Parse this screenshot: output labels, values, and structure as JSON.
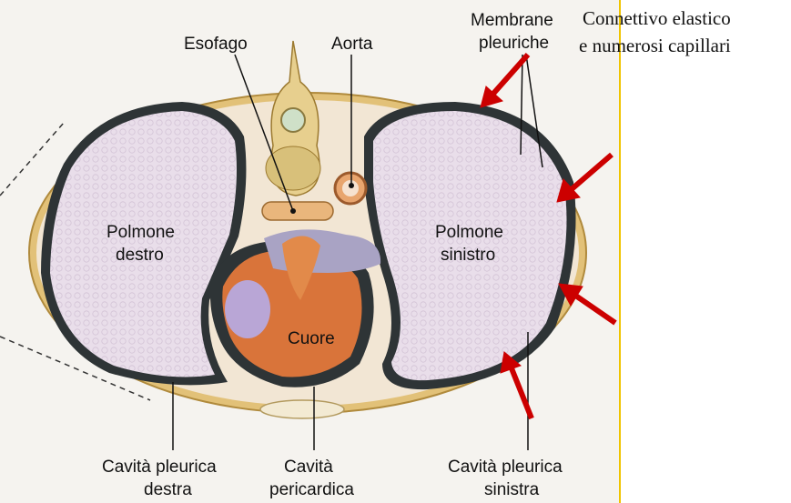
{
  "labels": {
    "esofago": "Esofago",
    "aorta": "Aorta",
    "membrane_line1": "Membrane",
    "membrane_line2": "pleuriche",
    "connettivo_line1": "Connettivo elastico",
    "connettivo_line2": "e numerosi capillari",
    "polmone_destro_line1": "Polmone",
    "polmone_destro_line2": "destro",
    "polmone_sinistro_line1": "Polmone",
    "polmone_sinistro_line2": "sinistro",
    "cuore": "Cuore",
    "cavita_dx_line1": "Cavità pleurica",
    "cavita_dx_line2": "destra",
    "cavita_peri_line1": "Cavità",
    "cavita_peri_line2": "pericardica",
    "cavita_sx_line1": "Cavità pleurica",
    "cavita_sx_line2": "sinistra"
  },
  "colors": {
    "arrow": "#cc0000",
    "rib_band": "#d9b35c",
    "pleura": "#2e3436",
    "lung": "#e7dbe8",
    "heart": "#d9743a",
    "accent_line": "#f0c400"
  }
}
